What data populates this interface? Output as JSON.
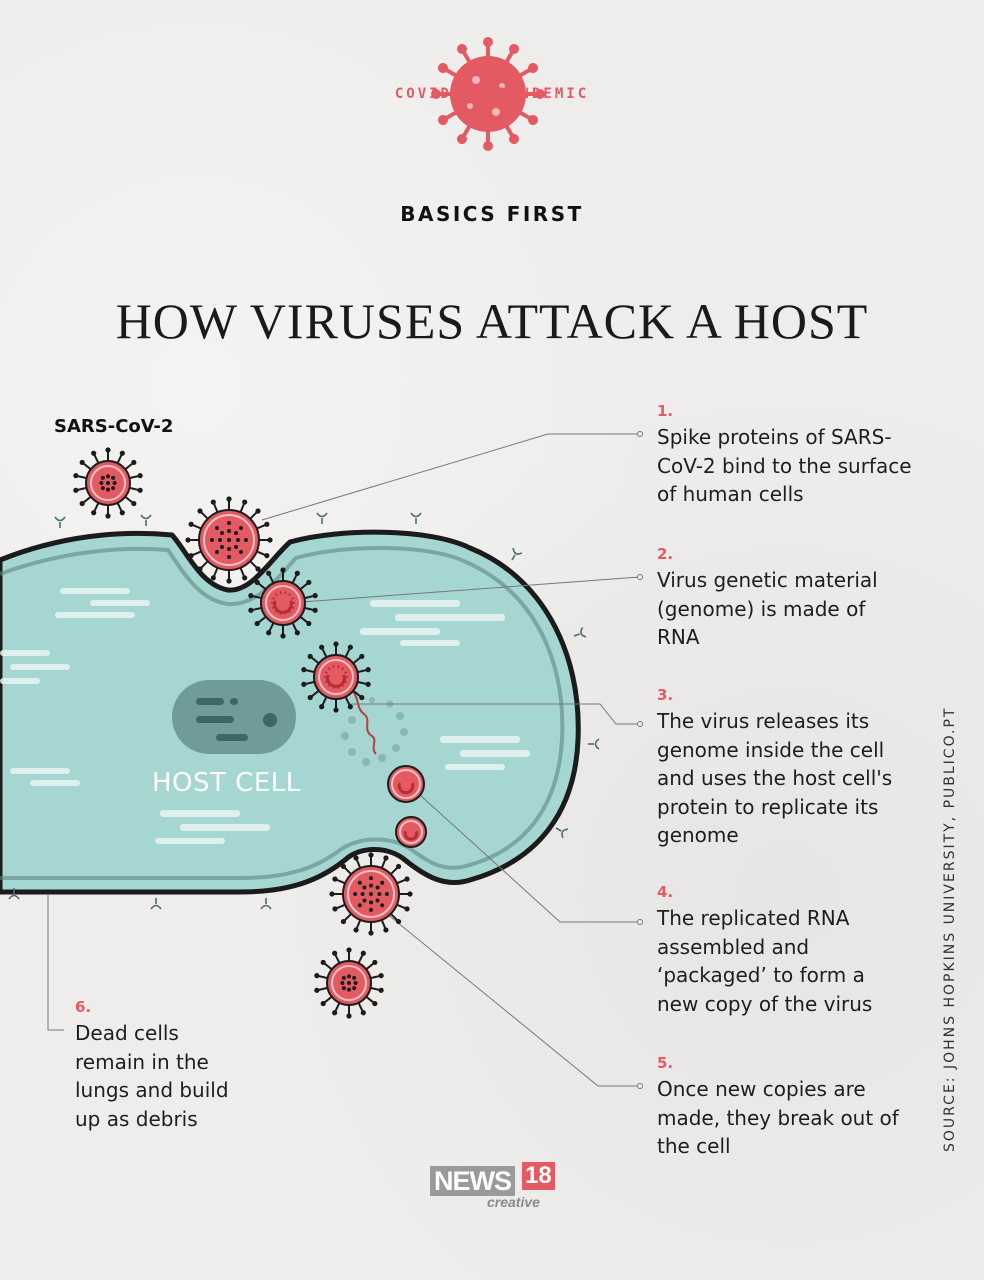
{
  "header": {
    "badge": "COVID-19 PANDEMIC",
    "subtitle": "BASICS FIRST",
    "title": "HOW VIRUSES ATTACK A HOST"
  },
  "labels": {
    "virus": "SARS-CoV-2",
    "cell": "HOST CELL"
  },
  "steps": [
    {
      "num": "1.",
      "text": "Spike proteins of SARS-CoV-2 bind to the surface of human cells"
    },
    {
      "num": "2.",
      "text": "Virus genetic material (genome) is made of RNA"
    },
    {
      "num": "3.",
      "text": "The virus releases its genome inside the cell and uses the host cell's protein to replicate its genome"
    },
    {
      "num": "4.",
      "text": "The replicated RNA assembled and ‘packaged’ to form a new copy of the virus"
    },
    {
      "num": "5.",
      "text": "Once new copies are made, they break out of the cell"
    },
    {
      "num": "6.",
      "text": "Dead cells remain in the lungs and build up as debris"
    }
  ],
  "source": "SOURCE: JOHNS HOPKINS UNIVERSITY, PUBLICO.PT",
  "logo": {
    "brand": "NEWS",
    "number": "18",
    "tagline": "creative"
  },
  "colors": {
    "accent": "#e45a63",
    "cell": "#a5d6d2",
    "nucleus": "#6f9b99"
  }
}
